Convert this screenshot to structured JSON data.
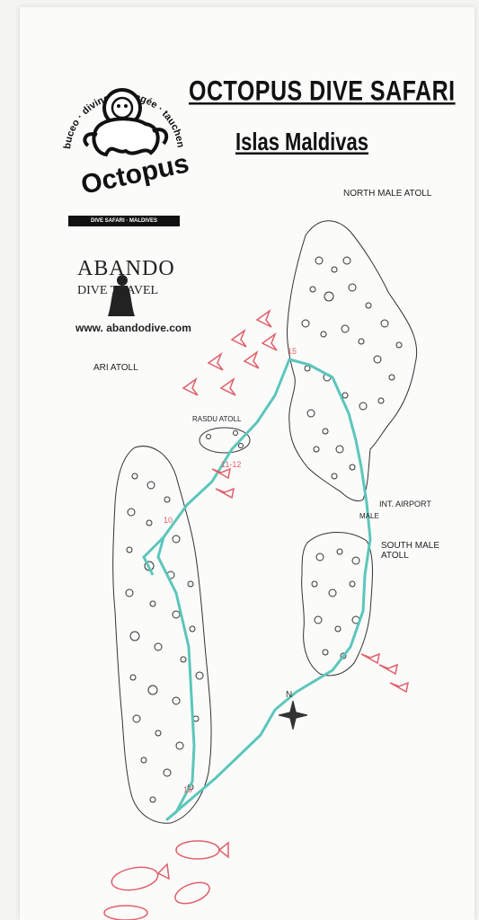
{
  "map": {
    "title": "OCTOPUS DIVE SAFARI",
    "subtitle": "Islas Maldivas",
    "logo": {
      "ring_text": "buceo · diving · plongée · tauchen",
      "brand": "Octopus",
      "badge": "DIVE SAFARI · MALDIVES"
    },
    "partner": {
      "abando": "ABANDO",
      "dive_travel": "DIVE TRAVEL",
      "website": "www. abandodive.com"
    },
    "atolls": {
      "north_male": "NORTH MALE ATOLL",
      "ari": "ARI ATOLL",
      "rasdu": "RASDU ATOLL",
      "south_male": "SOUTH MALE ATOLL"
    },
    "places": {
      "airport": "INT. AIRPORT",
      "male": "MALE"
    },
    "route_color": "#5cc6bb",
    "dive_site_color": "#e0606a"
  }
}
